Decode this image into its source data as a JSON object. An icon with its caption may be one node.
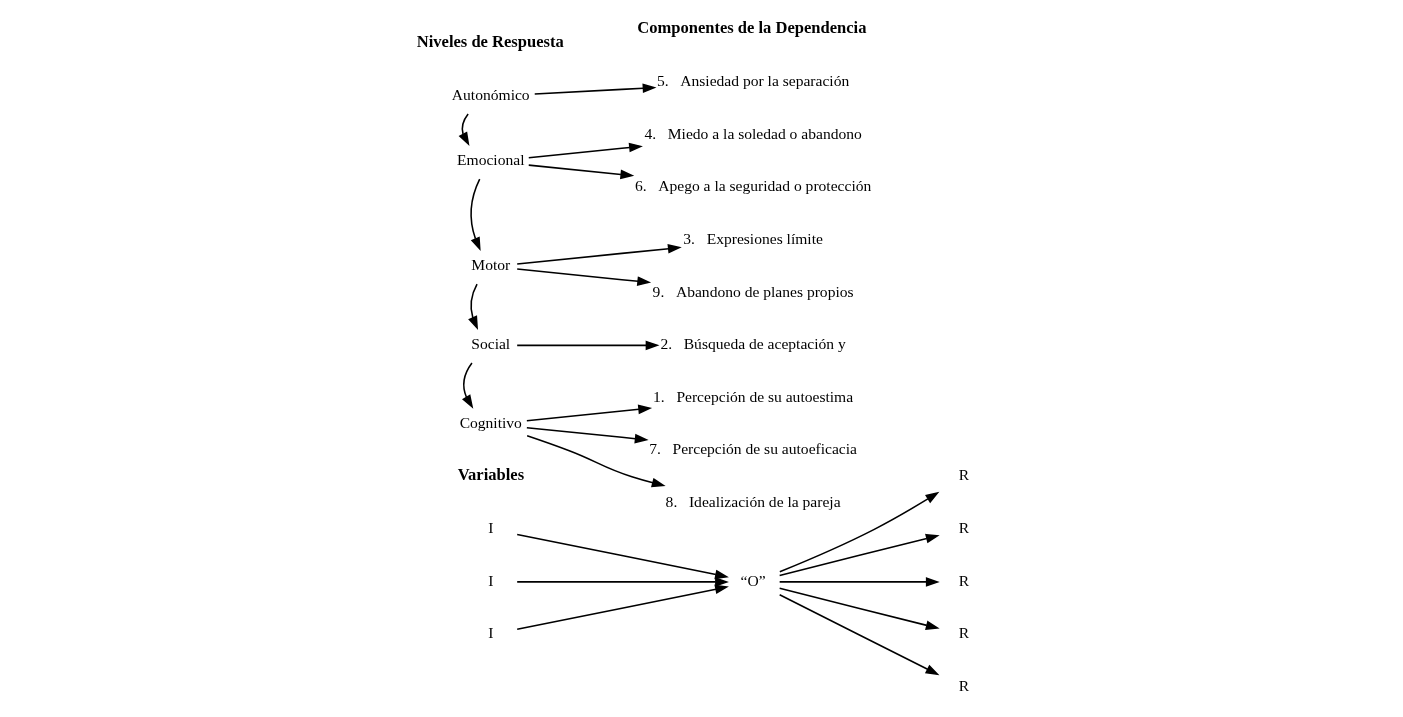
{
  "diagram": {
    "nodes": [
      {
        "text": [
          "I"
        ]
      },
      {
        "text": [
          "I"
        ]
      },
      {
        "text": [
          "I"
        ]
      },
      {
        "text": [
          "“O”"
        ]
      },
      {
        "text": [
          "R"
        ]
      },
      {
        "text": [
          "R"
        ]
      },
      {
        "text": [
          "R"
        ]
      },
      {
        "text": [
          "R"
        ]
      },
      {
        "text": [
          "R"
        ]
      },
      {
        "text": [
          "Autonómico"
        ]
      },
      {
        "text": [
          "Emocional"
        ]
      },
      {
        "text": [
          "Motor"
        ]
      },
      {
        "text": [
          "Social"
        ]
      },
      {
        "text": [
          "Cognitivo"
        ]
      },
      {
        "text": [
          "5.   Ansiedad por la separación"
        ]
      },
      {
        "text": [
          "4.   Miedo a la soledad o abandono"
        ]
      },
      {
        "text": [
          "6.   Apego a la seguridad o protección"
        ]
      },
      {
        "text": [
          "3.   Expresiones límite"
        ]
      },
      {
        "text": [
          "9.   Abandono de planes propios"
        ]
      },
      {
        "text": [
          "2.   Búsqueda de aceptación y"
        ]
      },
      {
        "text": [
          "1.   Percepción de su autoestima"
        ]
      },
      {
        "text": [
          "7.   Percepción de su autoeficacia"
        ]
      },
      {
        "text": [
          "8.   Idealización de la pareja"
        ]
      }
    ],
    "edges": [
      {
        "from": 0,
        "to": 3,
        "arrow": "to"
      },
      {
        "from": 1,
        "to": 3,
        "arrow": "to"
      },
      {
        "from": 2,
        "to": 3,
        "arrow": "to"
      },
      {
        "from": 3,
        "to": 4,
        "arrow": "to"
      },
      {
        "from": 3,
        "to": 5,
        "arrow": "to"
      },
      {
        "from": 3,
        "to": 6,
        "arrow": "to"
      },
      {
        "from": 3,
        "to": 7,
        "arrow": "to"
      },
      {
        "from": 3,
        "to": 8,
        "arrow": "to"
      },
      {
        "from": 9,
        "to": 10,
        "arrow": "to"
      },
      {
        "from": 10,
        "to": 11,
        "arrow": "to"
      },
      {
        "from": 11,
        "to": 12,
        "arrow": "to"
      },
      {
        "from": 12,
        "to": 13,
        "arrow": "to"
      },
      {
        "from": 9,
        "to": 14,
        "arrow": "to"
      },
      {
        "from": 10,
        "to": 15,
        "arrow": "to"
      },
      {
        "from": 10,
        "to": 16,
        "arrow": "to"
      },
      {
        "from": 11,
        "to": 17,
        "arrow": "to"
      },
      {
        "from": 11,
        "to": 18,
        "arrow": "to"
      },
      {
        "from": 12,
        "to": 19,
        "arrow": "to"
      },
      {
        "from": 13,
        "to": 20,
        "arrow": "to"
      },
      {
        "from": 13,
        "to": 21,
        "arrow": "to"
      },
      {
        "from": 13,
        "to": 22,
        "arrow": "to"
      }
    ],
    "labels": [
      "Variables",
      "Niveles de Respuesta",
      "Componentes de la Dependencia"
    ]
  }
}
